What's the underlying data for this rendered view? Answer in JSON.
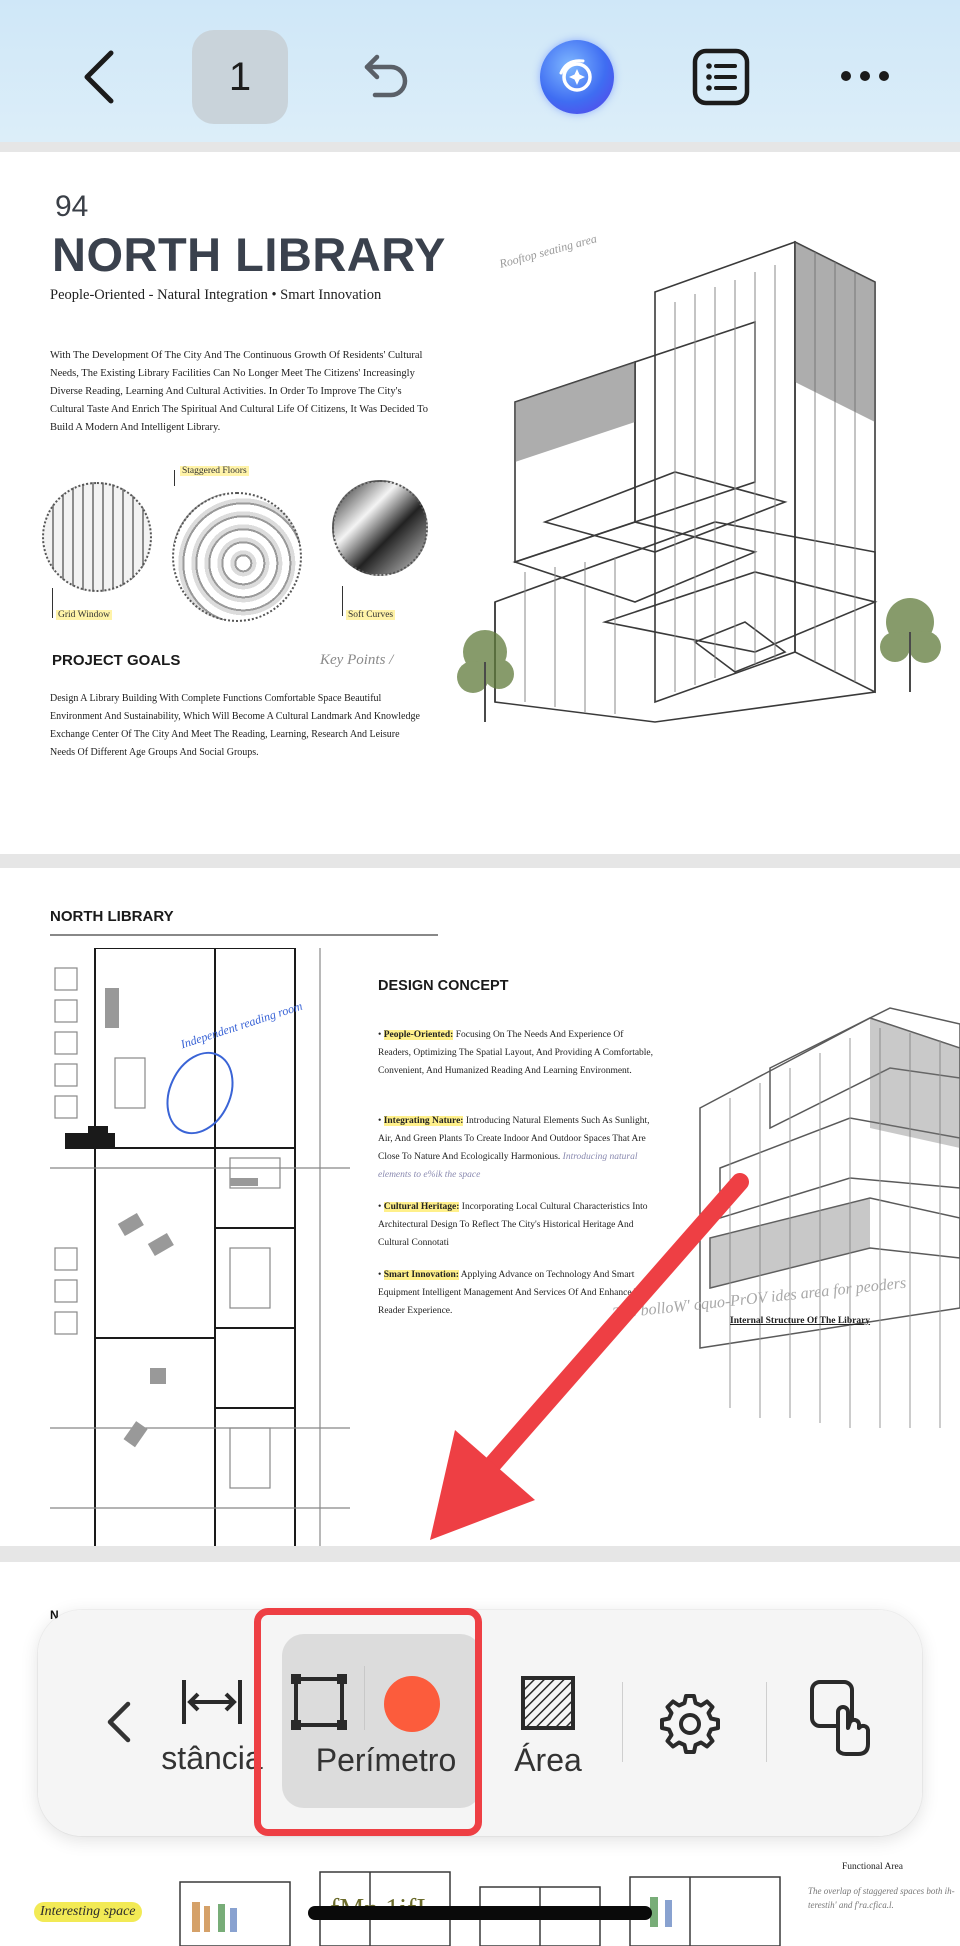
{
  "topbar": {
    "page_number": "1",
    "icons": [
      "back-chevron-icon",
      "undo-icon",
      "ai-assistant-icon",
      "table-of-contents-icon",
      "more-icon"
    ]
  },
  "page1": {
    "number": "94",
    "title": "NORTH LIBRARY",
    "subtitle": "People-Oriented - Natural Integration • Smart Innovation",
    "body": "With The Development Of The City And The Continuous Growth Of Residents' Cultural Needs, The Existing Library Facilities Can No Longer Meet The Citizens' Increasingly Diverse Reading, Learning And Cultural Activities. In Order To Improve The City's Cultural Taste And Enrich The Spiritual And Cultural Life Of Citizens, It Was Decided To Build A Modern And Intelligent Library.",
    "tags": {
      "staggered": "Staggered Floors",
      "grid": "Grid Window",
      "curves": "Soft Curves"
    },
    "roof_note": "Rooftop seating area",
    "goals_heading": "PROJECT GOALS",
    "key_points": "Key Points /",
    "goals_body": "Design A Library Building With Complete Functions Comfortable Space Beautiful Environment And Sustainability, Which Will Become A Cultural Landmark And Knowledge Exchange Center Of The City And Meet The Reading, Learning, Research And Leisure Needs Of Different Age Groups And Social Groups."
  },
  "page2": {
    "heading": "NORTH LIBRARY",
    "blue_note": "Independent reading room",
    "concept_heading": "DESIGN CONCEPT",
    "items": [
      {
        "label": "People-Oriented:",
        "text": " Focusing On The       Needs And Experience Of Readers, Optimizing The Spatial Layout, And Providing A Comfortable, Convenient, And Humanized Reading And Learning Environment."
      },
      {
        "label": "Integrating Nature:",
        "text": " Introducing Natural Elements Such As Sunlight, Air, And Green Plants To Create Indoor And Outdoor Spaces That Are Close To Nature And Ecologically Harmonious. ",
        "note": "Introducing natural elements to e%ik the space"
      },
      {
        "label": "Cultural Heritage:",
        "text": " Incorporating Local Cultural Characteristics Into Architectural Design To Reflect The City's Historical Heritage And Cultural Connotati"
      },
      {
        "label": "Smart Innovation:",
        "text": " Applying Advance            on Technology And Smart Equipment            Intelligent Management And Services Of            And Enhance The Reader Experience."
      }
    ],
    "bottom_note": "The bolloW' cquo-PrOV ides   area for peoders",
    "internal_structure": "Internal Structure Of The Library"
  },
  "page3": {
    "letter": "N",
    "interesting": "Interesting space",
    "garbled": "fMn 1ifI.",
    "functional_area": "Functional Area",
    "overlap_note": "The overlap of staggered spaces both ih-terestih' and f'ra.cfica.l."
  },
  "toolbar": {
    "distance_label": "stância",
    "perimeter_label": "Perímetro",
    "area_label": "Área",
    "perimeter_color": "#fc5c3c",
    "highlight_color": "#ee3f44"
  }
}
